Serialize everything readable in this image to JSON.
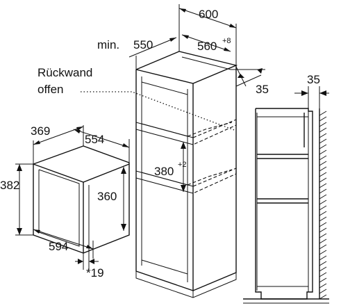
{
  "labels": {
    "width_600": "600",
    "min_550_prefix": "min.",
    "min_550_value": "550",
    "niche_560": "560",
    "niche_560_sup": "+8",
    "rear_wall_line1": "Rückwand",
    "rear_wall_line2": "offen",
    "gap_35_right": "35",
    "gap_35_side": "35",
    "depth_369": "369",
    "width_554": "554",
    "height_382": "382",
    "height_360": "360",
    "niche_380": "380",
    "niche_380_sup": "+2",
    "width_594": "594",
    "note_19": "*19"
  }
}
